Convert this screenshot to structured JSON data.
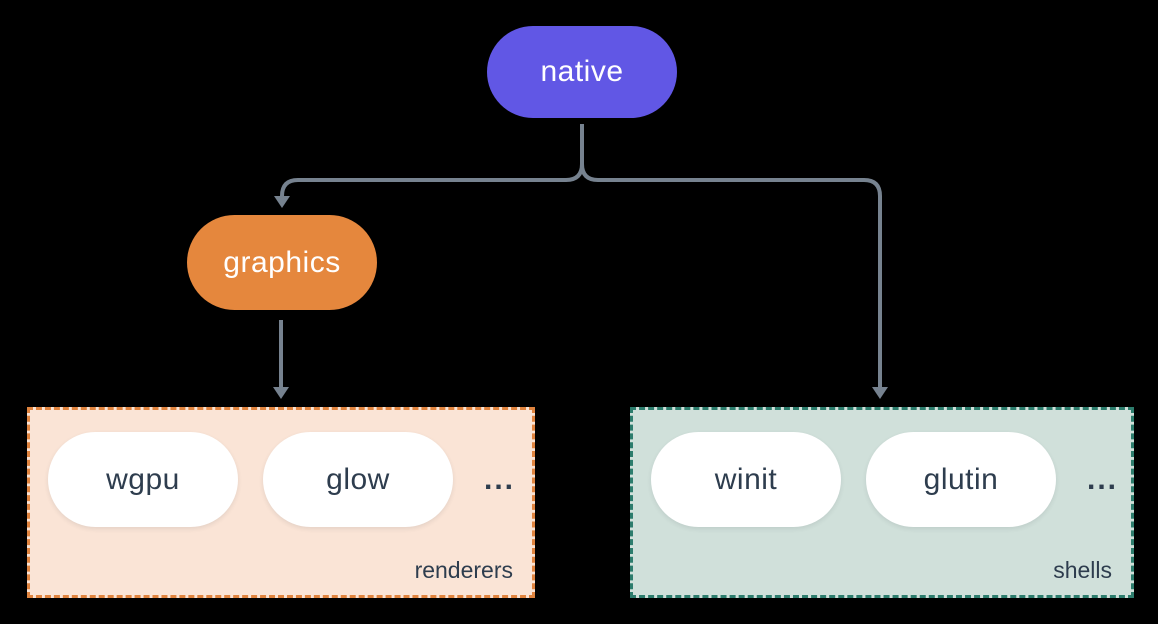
{
  "diagram": {
    "root_node": {
      "label": "native"
    },
    "child_node": {
      "label": "graphics"
    },
    "groups": [
      {
        "label": "renderers",
        "pills": [
          "wgpu",
          "glow"
        ],
        "more": "..."
      },
      {
        "label": "shells",
        "pills": [
          "winit",
          "glutin"
        ],
        "more": "..."
      }
    ]
  },
  "colors": {
    "background": "#000000",
    "root_node_fill": "#6157e5",
    "child_node_fill": "#e5873d",
    "connector": "#76828f",
    "renderers_fill": "#fae4d6",
    "renderers_border": "#e0843f",
    "shells_fill": "#d0e0da",
    "shells_border": "#2d7d6d",
    "pill_fill": "#ffffff",
    "text_dark": "#2e3d4e",
    "text_light": "#ffffff"
  }
}
